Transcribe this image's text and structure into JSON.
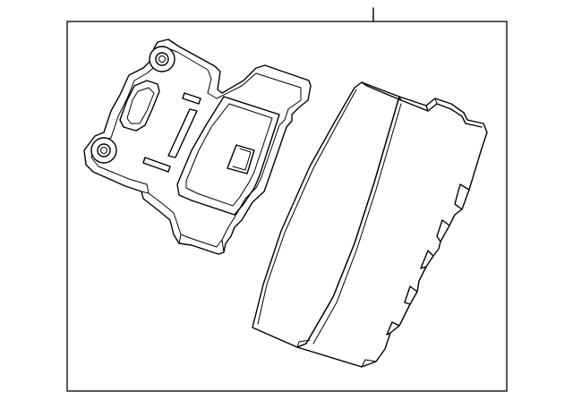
{
  "diagram": {
    "style": "parts-illustration",
    "background": "#ffffff",
    "line_color": "#000000",
    "parts": [
      {
        "name": "mounting-bracket",
        "features": [
          "two-bolt-bosses",
          "center-window",
          "slots"
        ]
      },
      {
        "name": "electronic-module",
        "features": [
          "box-housing",
          "rear-lip",
          "side-notches"
        ]
      }
    ]
  }
}
